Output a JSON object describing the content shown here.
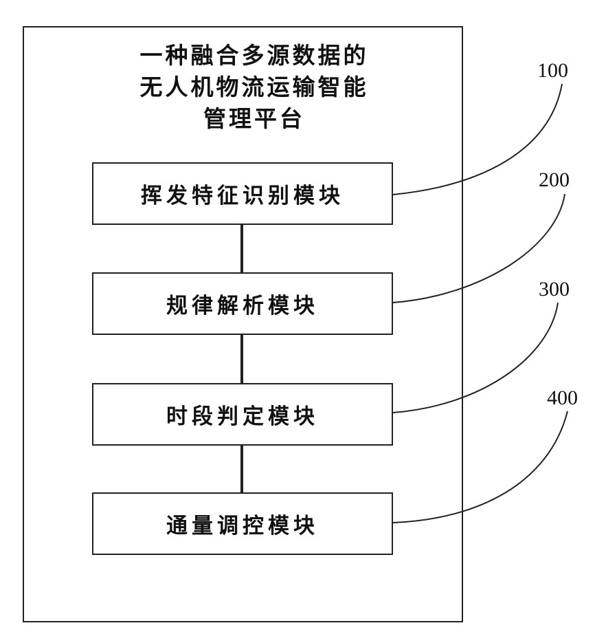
{
  "diagram": {
    "title_lines": [
      "一种融合多源数据的",
      "无人机物流运输智能",
      "管理平台"
    ],
    "modules": [
      {
        "label": "挥发特征识别模块",
        "ref": "100"
      },
      {
        "label": "规律解析模块",
        "ref": "200"
      },
      {
        "label": "时段判定模块",
        "ref": "300"
      },
      {
        "label": "通量调控模块",
        "ref": "400"
      }
    ]
  }
}
